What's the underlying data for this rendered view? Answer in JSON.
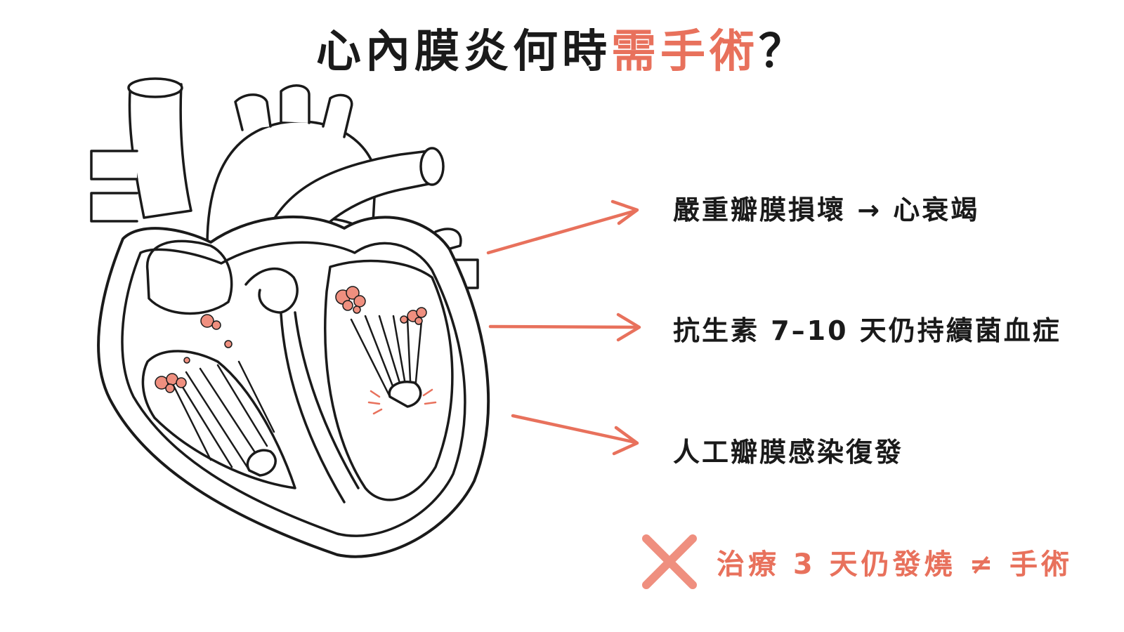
{
  "title": {
    "main": "心內膜炎何時",
    "highlight": "需手術",
    "end": "？"
  },
  "callouts": [
    {
      "text": "嚴重瓣膜損壞 → 心衰竭"
    },
    {
      "text": "抗生素 7–10 天仍持續菌血症"
    },
    {
      "text": "人工瓣膜感染復發"
    }
  ],
  "note": {
    "icon": "cross-icon",
    "text": "治療 3 天仍發燒 ≠ 手術"
  },
  "colors": {
    "accent": "#e8715c",
    "vegetation": "#ef8f7f",
    "ink": "#1a1a1a"
  }
}
